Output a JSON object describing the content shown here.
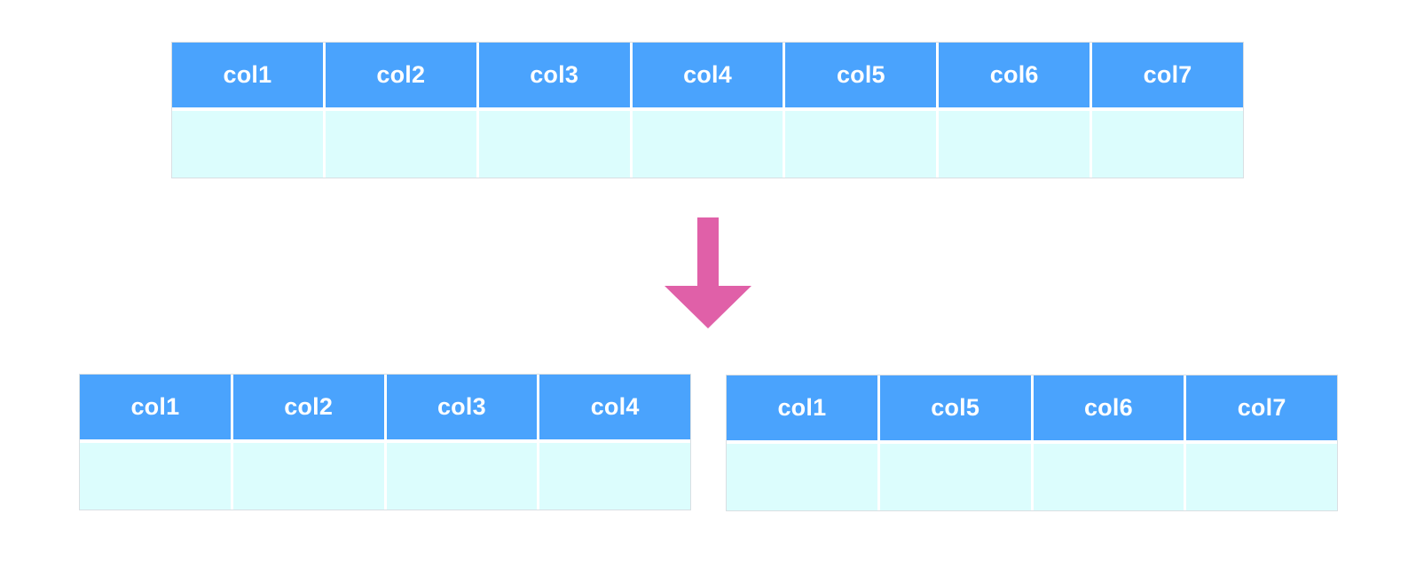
{
  "source_table": {
    "columns": [
      "col1",
      "col2",
      "col3",
      "col4",
      "col5",
      "col6",
      "col7"
    ]
  },
  "split_table_left": {
    "columns": [
      "col1",
      "col2",
      "col3",
      "col4"
    ]
  },
  "split_table_right": {
    "columns": [
      "col1",
      "col5",
      "col6",
      "col7"
    ]
  },
  "colors": {
    "header": "#4aa3fd",
    "body_cell": "#dcfdfd",
    "arrow": "#e060a8"
  },
  "icons": {
    "transform_arrow": "arrow-down-icon"
  }
}
